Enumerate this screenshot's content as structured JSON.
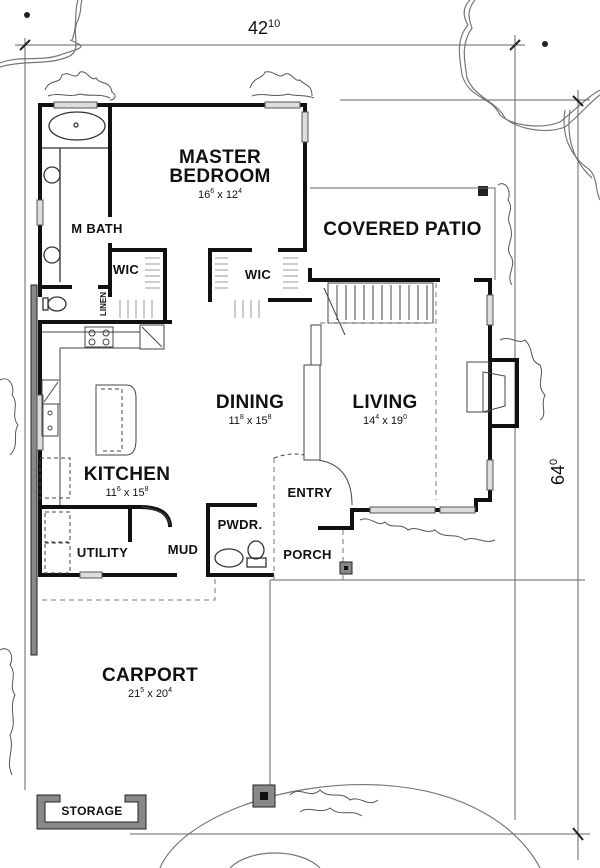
{
  "plan": {
    "overall_width": {
      "main": "42",
      "sup": "10"
    },
    "overall_depth": {
      "main": "64",
      "sup": "0"
    },
    "rooms": [
      {
        "id": "master-bedroom",
        "name_line1": "MASTER",
        "name_line2": "BEDROOM",
        "w": "16",
        "w_sup": "6",
        "h": "12",
        "h_sup": "4"
      },
      {
        "id": "covered-patio",
        "name": "COVERED PATIO"
      },
      {
        "id": "m-bath",
        "name": "M BATH"
      },
      {
        "id": "wic-1",
        "name": "WIC"
      },
      {
        "id": "wic-2",
        "name": "WIC"
      },
      {
        "id": "linen",
        "name": "LINEN"
      },
      {
        "id": "dining",
        "name": "DINING",
        "w": "11",
        "w_sup": "8",
        "h": "15",
        "h_sup": "8"
      },
      {
        "id": "living",
        "name": "LIVING",
        "w": "14",
        "w_sup": "4",
        "h": "19",
        "h_sup": "0"
      },
      {
        "id": "kitchen",
        "name": "KITCHEN",
        "w": "11",
        "w_sup": "6",
        "h": "15",
        "h_sup": "8"
      },
      {
        "id": "entry",
        "name": "ENTRY"
      },
      {
        "id": "utility",
        "name": "UTILITY"
      },
      {
        "id": "mud",
        "name": "MUD"
      },
      {
        "id": "powder",
        "name": "PWDR."
      },
      {
        "id": "porch",
        "name": "PORCH"
      },
      {
        "id": "carport",
        "name": "CARPORT",
        "w": "21",
        "w_sup": "5",
        "h": "20",
        "h_sup": "4"
      },
      {
        "id": "storage",
        "name": "STORAGE"
      }
    ],
    "dim_sep": "x"
  }
}
